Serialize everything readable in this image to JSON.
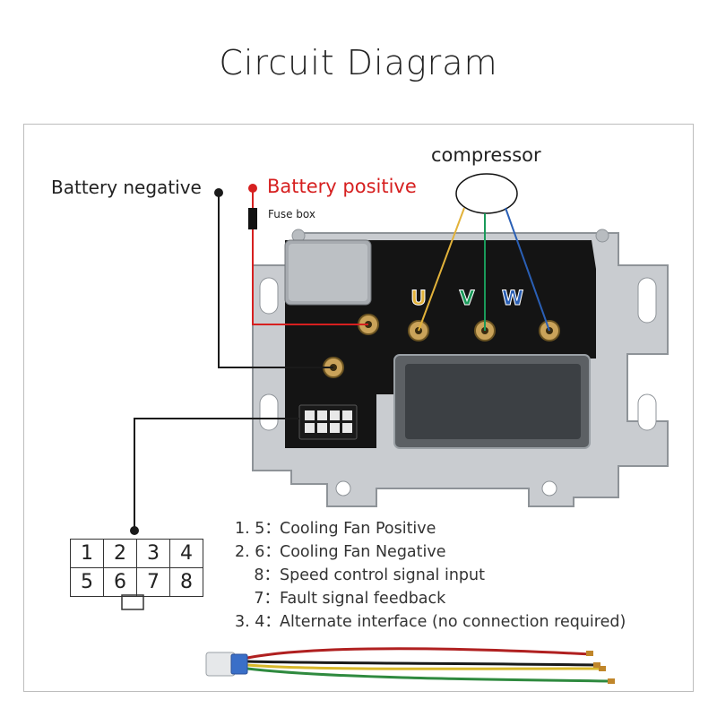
{
  "title": "Circuit Diagram",
  "labels": {
    "battery_negative": "Battery negative",
    "battery_positive": "Battery positive",
    "fuse_box": "Fuse box",
    "compressor": "compressor",
    "phase_u": "U",
    "phase_v": "V",
    "phase_w": "W"
  },
  "colors": {
    "battery_positive_wire": "#d62020",
    "battery_negative_wire": "#1a1a1a",
    "u_wire": "#e2b23a",
    "v_wire": "#1a9a5a",
    "w_wire": "#2a5fb5",
    "controller_body": "#c9ccd0",
    "controller_top": "#141414"
  },
  "connector_pins": {
    "row1": [
      "1",
      "2",
      "3",
      "4"
    ],
    "row2": [
      "5",
      "6",
      "7",
      "8"
    ]
  },
  "pin_legend": [
    {
      "pins": "1. 5：",
      "desc": "Cooling Fan Positive"
    },
    {
      "pins": "2. 6：",
      "desc": "Cooling Fan Negative"
    },
    {
      "pins": "8：",
      "desc": "Speed control signal input"
    },
    {
      "pins": "7：",
      "desc": "Fault signal feedback"
    },
    {
      "pins": "3. 4：",
      "desc": "Alternate interface (no connection required)"
    }
  ]
}
